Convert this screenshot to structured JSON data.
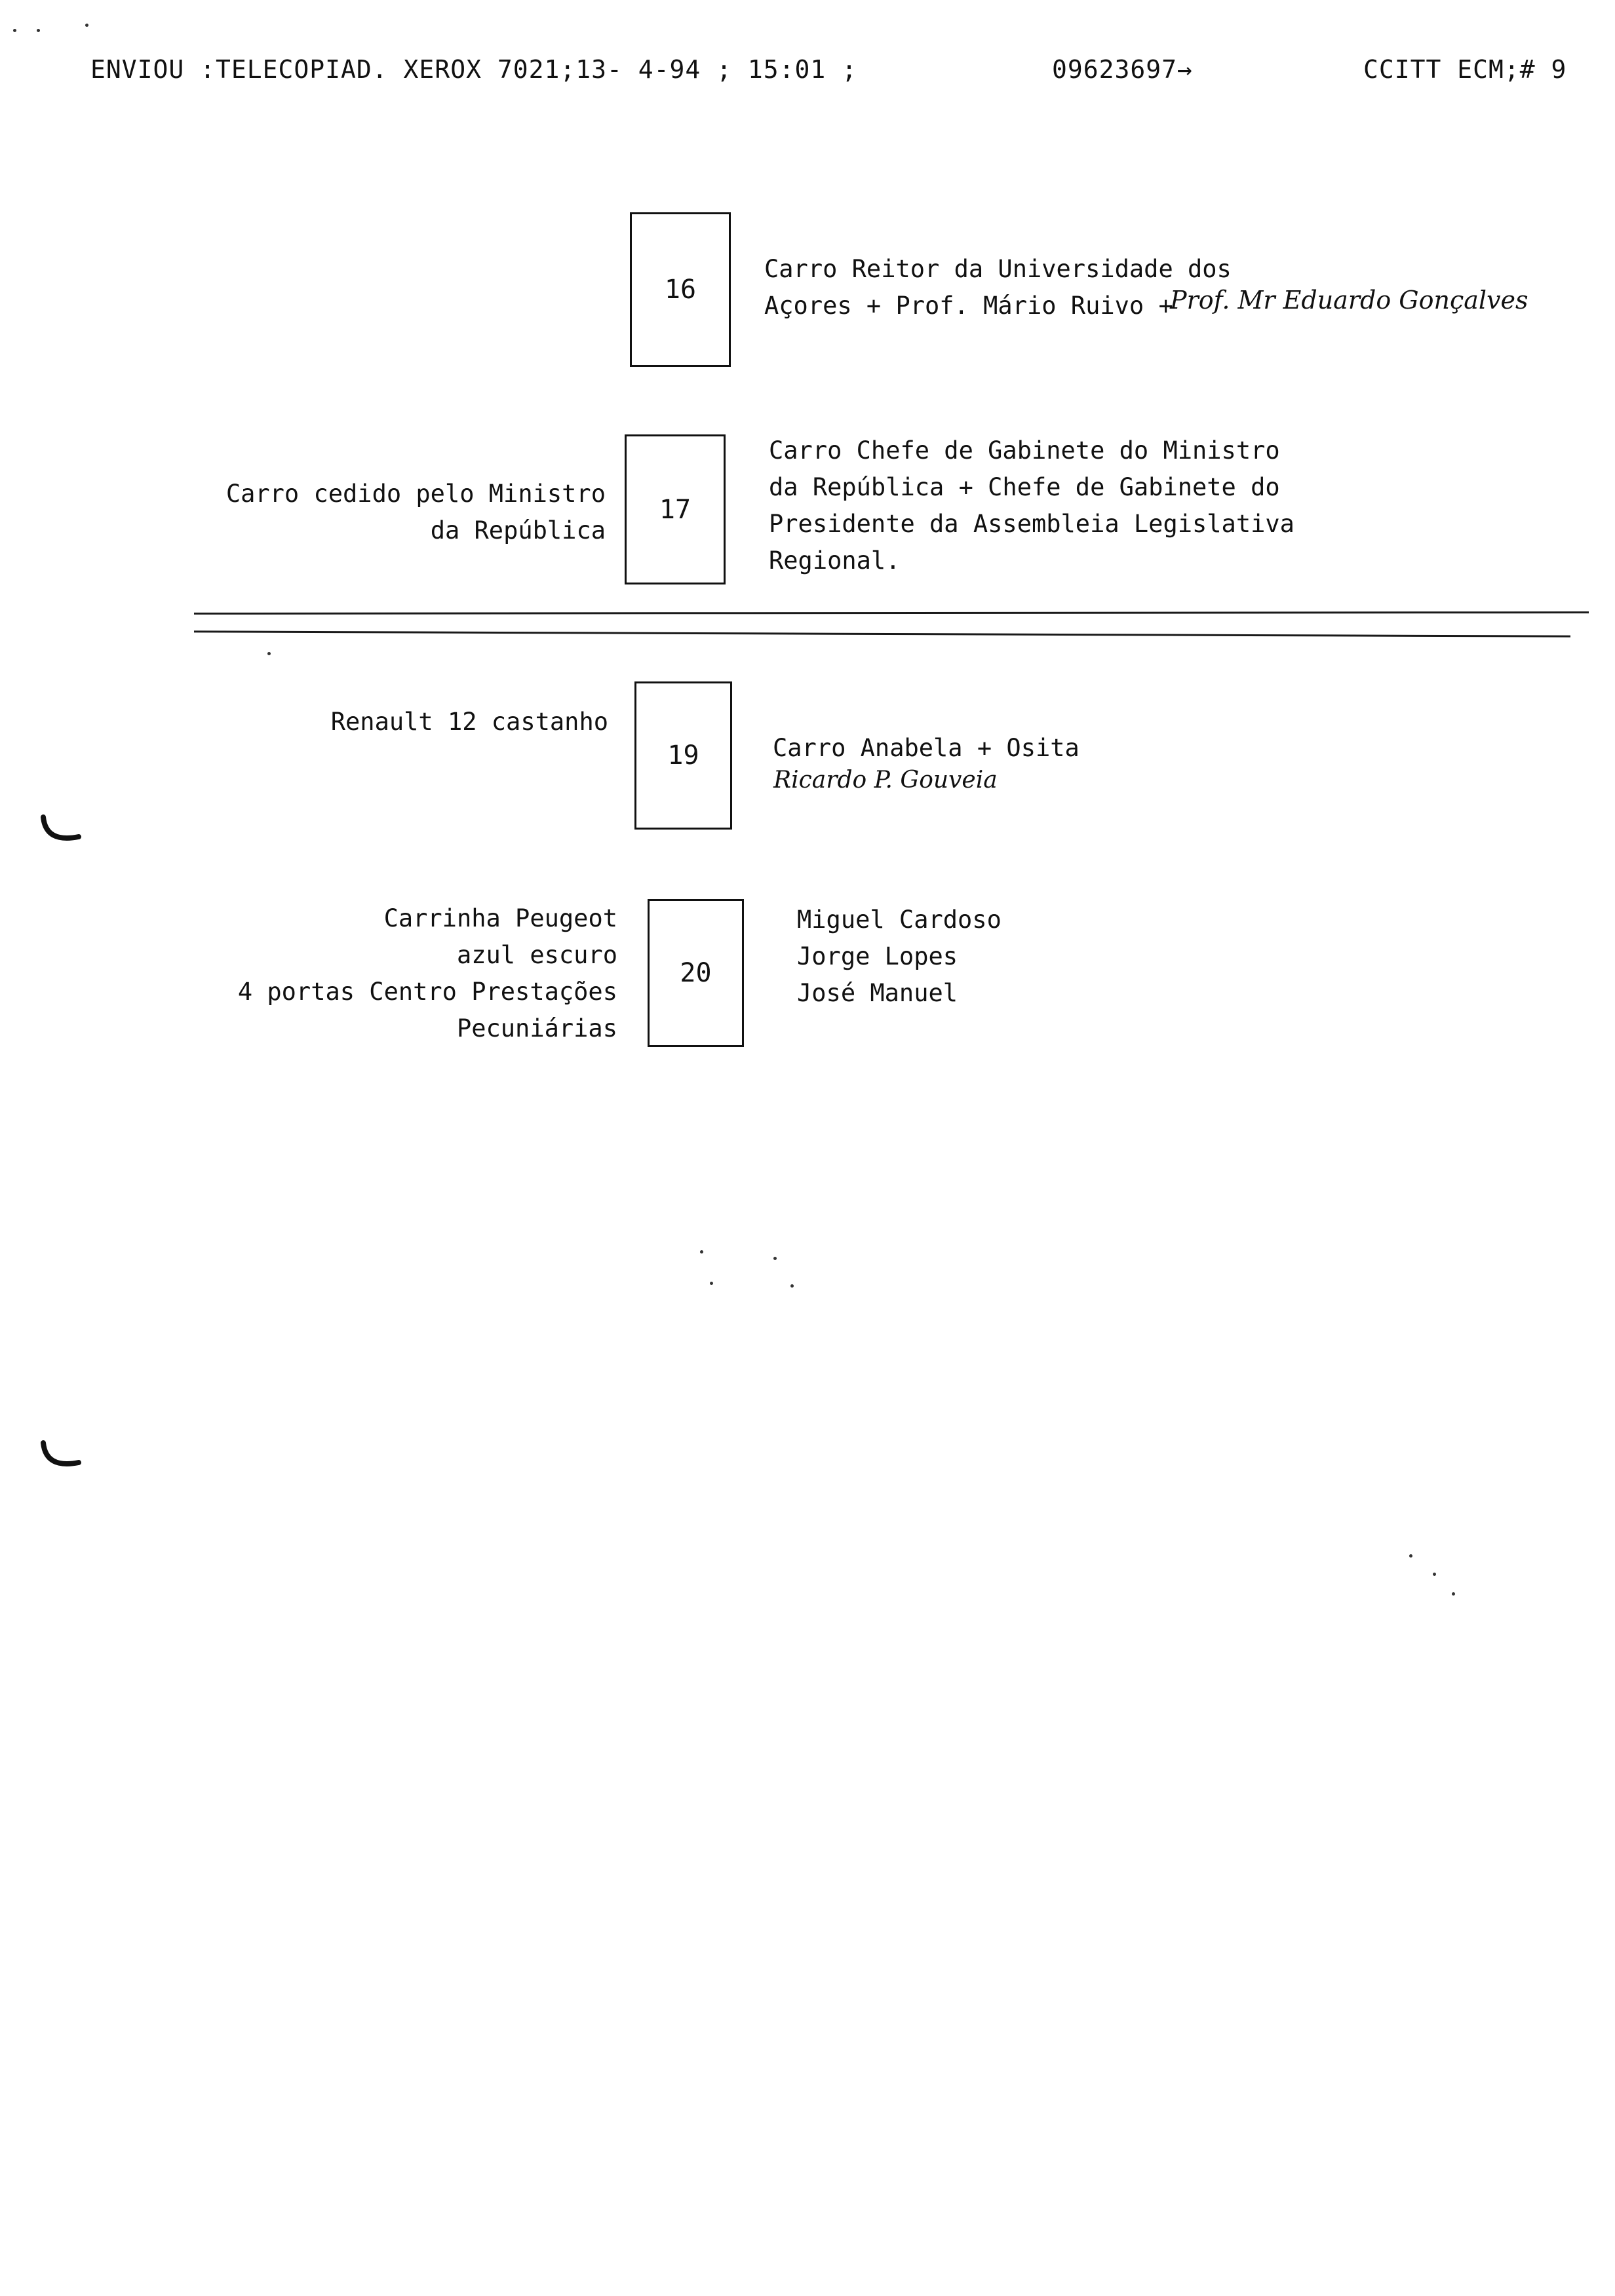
{
  "fax_header": {
    "sender": "ENVIOU :TELECOPIAD. XEROX 7021;13- 4-94 ; 15:01  ;",
    "number": "09623697→",
    "mode": "CCITT ECM;# 9"
  },
  "entries": [
    {
      "number": "16",
      "description": [
        "Carro Reitor da Universidade dos",
        "Açores + Prof. Mário Ruivo +"
      ],
      "handwritten": "Prof. Mr Eduardo Gonçalves"
    },
    {
      "number": "17",
      "car": [
        "Carro cedido pelo Ministro",
        "da República"
      ],
      "description": [
        "Carro Chefe de Gabinete do Ministro",
        "da República + Chefe de Gabinete do",
        "Presidente da Assembleia Legislativa",
        "Regional."
      ]
    },
    {
      "number": "19",
      "car": [
        "Renault 12 castanho"
      ],
      "description": [
        "Carro Anabela + Osita"
      ],
      "handwritten": "Ricardo P. Gouveia"
    },
    {
      "number": "20",
      "car": [
        "Carrinha Peugeot",
        "azul escuro",
        "4 portas Centro Prestações",
        "Pecuniárias"
      ],
      "description": [
        "Miguel Cardoso",
        "Jorge Lopes",
        "José Manuel"
      ]
    }
  ]
}
